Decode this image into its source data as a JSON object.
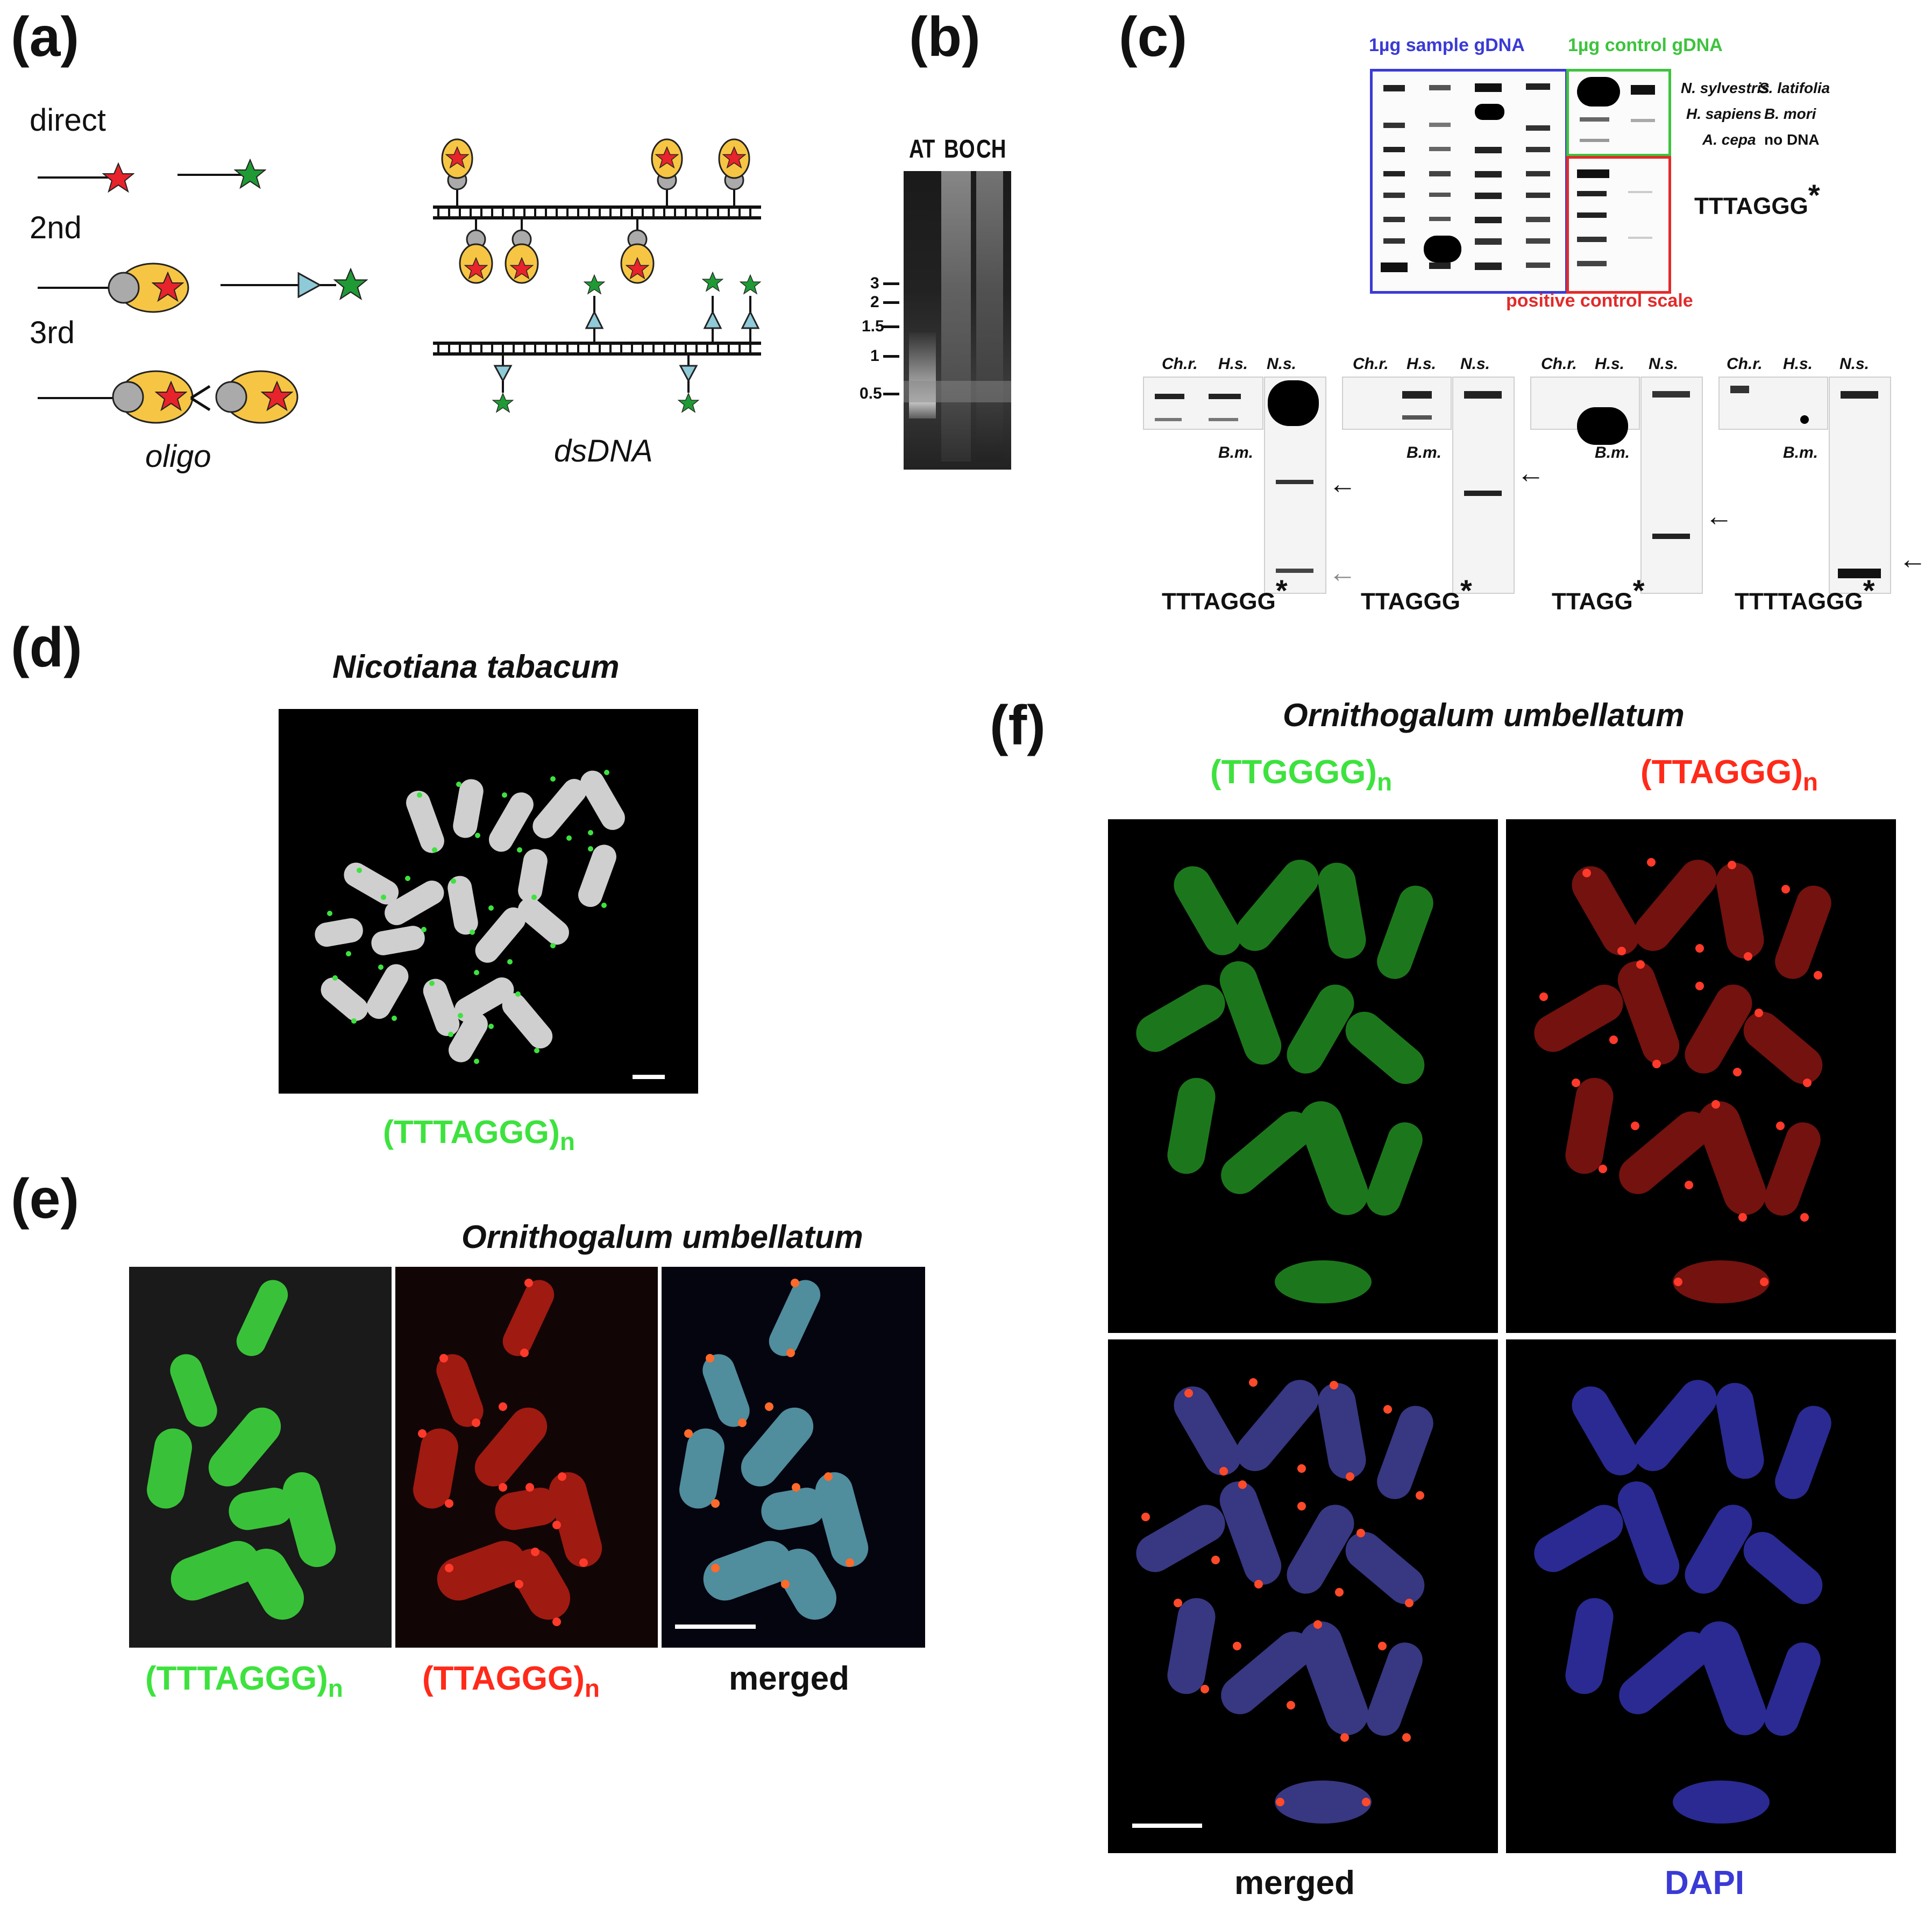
{
  "panels": {
    "a": {
      "label": "(a)",
      "row_labels": [
        "direct",
        "2nd",
        "3rd"
      ],
      "oligo_caption": "oligo",
      "dsdna_caption": "dsDNA"
    },
    "b": {
      "label": "(b)",
      "lane_labels": [
        "AT",
        "BO",
        "CH"
      ],
      "size_markers": [
        "3",
        "2",
        "1.5",
        "1",
        "0.5"
      ]
    },
    "c": {
      "label": "(c)",
      "sample_header": "1µg sample gDNA",
      "control_header": "1µg control gDNA",
      "legend": [
        "N. sylvestris",
        "S. latifolia",
        "H. sapiens",
        "B. mori",
        "A. cepa",
        "no DNA"
      ],
      "probe_main": "TTTAGGG",
      "asterisk": "*",
      "positive_scale": "positive control scale",
      "blots": [
        {
          "cols": [
            "Ch.r.",
            "H.s.",
            "N.s."
          ],
          "bm": "B.m.",
          "probe": "TTTAGGG"
        },
        {
          "cols": [
            "Ch.r.",
            "H.s.",
            "N.s."
          ],
          "bm": "B.m.",
          "probe": "TTAGGG"
        },
        {
          "cols": [
            "Ch.r.",
            "H.s.",
            "N.s."
          ],
          "bm": "B.m.",
          "probe": "TTAGG"
        },
        {
          "cols": [
            "Ch.r.",
            "H.s.",
            "N.s."
          ],
          "bm": "B.m.",
          "probe": "TTTTAGGG"
        }
      ]
    },
    "d": {
      "label": "(d)",
      "species": "Nicotiana tabacum",
      "probe_base": "(TTTAGGG)",
      "probe_sub": "n"
    },
    "e": {
      "label": "(e)",
      "species": "Ornithogalum umbellatum",
      "captions": [
        {
          "base": "(TTTAGGG)",
          "sub": "n"
        },
        {
          "base": "(TTAGGG)",
          "sub": "n"
        },
        {
          "base": "merged",
          "sub": ""
        }
      ]
    },
    "f": {
      "label": "(f)",
      "species": "Ornithogalum umbellatum",
      "top_captions": [
        {
          "base": "(TTGGGG)",
          "sub": "n"
        },
        {
          "base": "(TTAGGG)",
          "sub": "n"
        }
      ],
      "bottom_captions": [
        "merged",
        "DAPI"
      ]
    }
  },
  "colors": {
    "green": "#3ee23e",
    "red": "#ff2a1a",
    "blue": "#3a3ad6",
    "star_red": "#e8232b",
    "star_green": "#1f9a35",
    "yellow": "#f6c543",
    "cyan": "#8fcad8"
  }
}
